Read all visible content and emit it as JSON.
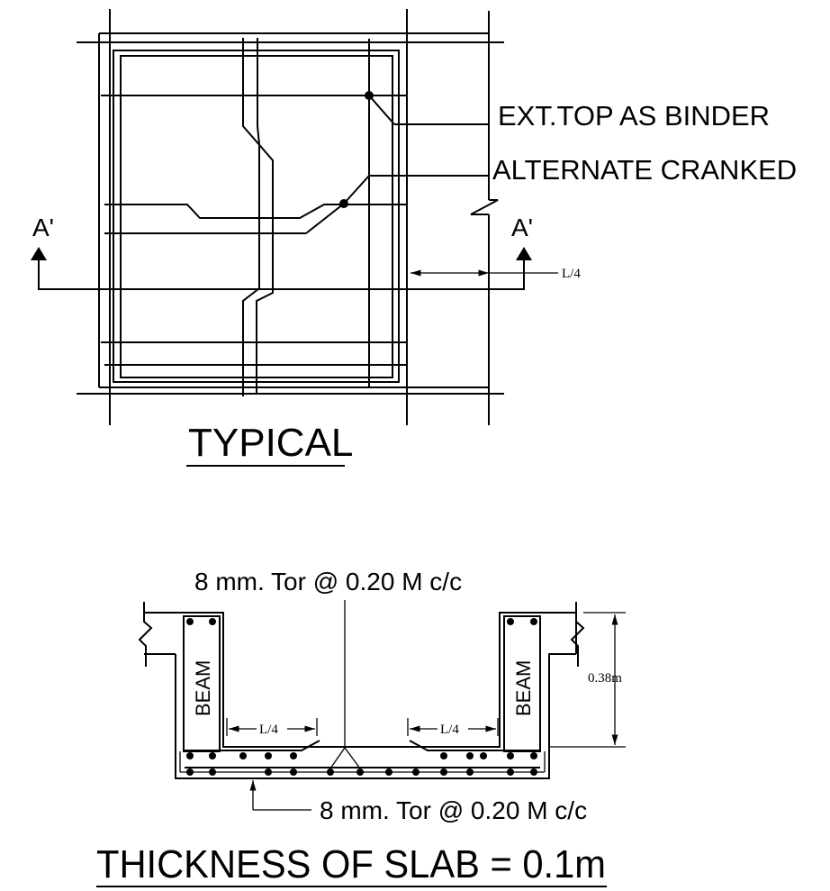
{
  "plan": {
    "title": "TYPICAL",
    "label_top_binder": "EXT.TOP AS BINDER",
    "label_cranked": "ALTERNATE CRANKED",
    "section_left": "A'",
    "section_right": "A'",
    "dim_quarter": "L/4"
  },
  "section": {
    "title": "THICKNESS OF SLAB = 0.1m",
    "top_bar_label": "8 mm. Tor @ 0.20 M c/c",
    "bottom_bar_label": "8 mm. Tor @ 0.20 M c/c",
    "beam_left": "BEAM",
    "beam_right": "BEAM",
    "dim_left": "L/4",
    "dim_right": "L/4",
    "depth_label": "0.38m"
  }
}
